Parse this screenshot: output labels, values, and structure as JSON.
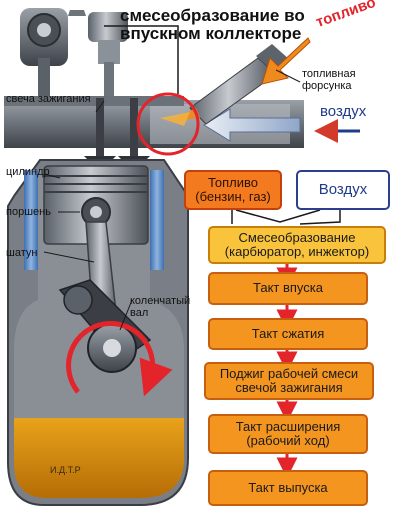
{
  "heading": {
    "line1": "смесеобразование во",
    "line2": "впускном коллекторе"
  },
  "engine_labels": {
    "fuel_top": "топливо",
    "injector_l1": "топливная",
    "injector_l2": "форсунка",
    "air": "воздух",
    "spark_plug": "свеча зажигания",
    "cylinder": "цилиндр",
    "piston": "поршень",
    "rod": "шатун",
    "crank_l1": "коленчатый",
    "crank_l2": "вал",
    "watermark": "И.Д.Т.Р"
  },
  "flow": {
    "fuel_l1": "Топливо",
    "fuel_l2": "(бензин, газ)",
    "air": "Воздух",
    "mix_l1": "Смесеобразование",
    "mix_l2": "(карбюратор, инжектор)",
    "intake": "Такт впуска",
    "compression": "Такт сжатия",
    "ignition_l1": "Поджиг рабочей смеси",
    "ignition_l2": "свечой зажигания",
    "power_l1": "Такт расширения",
    "power_l2": "(рабочий ход)",
    "exhaust": "Такт выпуска"
  },
  "colors": {
    "accent_red": "#e3242b",
    "fuel_orange": "#f47a1f",
    "step_orange": "#f4951f",
    "mix_yellow": "#f9c43c",
    "air_blue": "#2c3e8f"
  }
}
